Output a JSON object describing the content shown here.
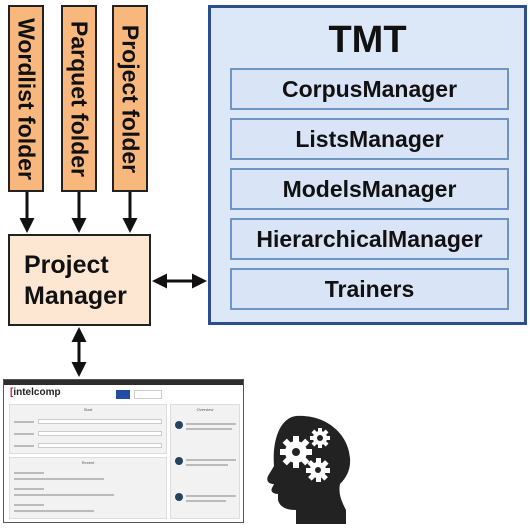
{
  "folders": [
    {
      "label": "Wordlist folder"
    },
    {
      "label": "Parquet folder"
    },
    {
      "label": "Project folder"
    }
  ],
  "project_manager": {
    "line1": "Project",
    "line2": "Manager"
  },
  "tmt": {
    "title": "TMT",
    "items": [
      {
        "label": "CorpusManager"
      },
      {
        "label": "ListsManager"
      },
      {
        "label": "ModelsManager"
      },
      {
        "label": "HierarchicalManager"
      },
      {
        "label": "Trainers"
      }
    ]
  },
  "screenshot": {
    "logo": "intelcomp",
    "start_heading": "Start",
    "recent_heading": "Recent",
    "overview_heading": "Overview"
  },
  "colors": {
    "folder_fill": "#f8b77c",
    "project_manager_fill": "#fde7d2",
    "tmt_fill": "#dce8f7",
    "tmt_border": "#2b4f8c",
    "tmt_item_border": "#6f94c6",
    "head_icon": "#222222"
  },
  "icons": {
    "head": "head-with-gears-icon",
    "arrows": "arrow-icon"
  }
}
